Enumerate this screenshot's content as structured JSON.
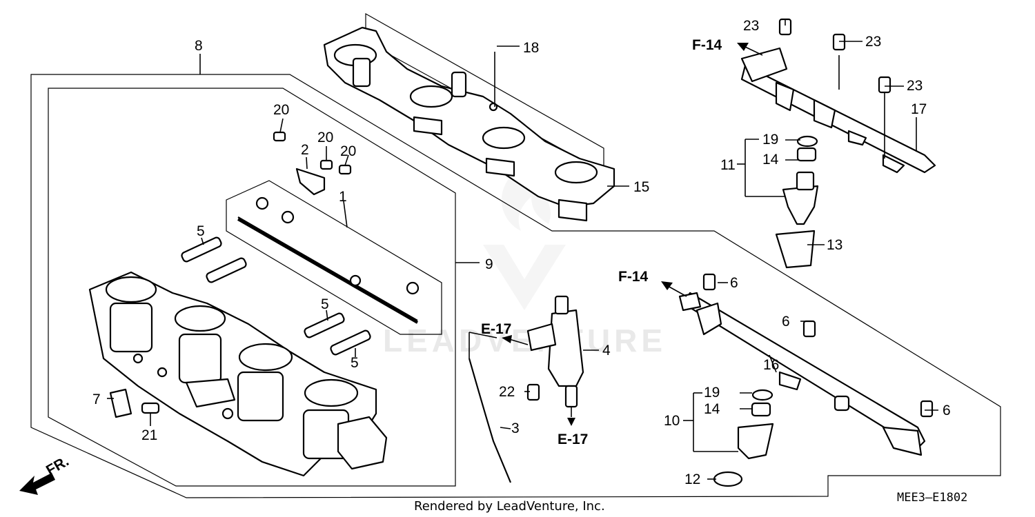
{
  "parts": {
    "p1": "1",
    "p2": "2",
    "p3": "3",
    "p4": "4",
    "p5a": "5",
    "p5b": "5",
    "p5c": "5",
    "p6a": "6",
    "p6b": "6",
    "p6c": "6",
    "p7": "7",
    "p8": "8",
    "p9": "9",
    "p10": "10",
    "p11": "11",
    "p12": "12",
    "p13": "13",
    "p14a": "14",
    "p14b": "14",
    "p15": "15",
    "p16": "16",
    "p17": "17",
    "p18": "18",
    "p19a": "19",
    "p19b": "19",
    "p20a": "20",
    "p20b": "20",
    "p20c": "20",
    "p21": "21",
    "p22": "22",
    "p23a": "23",
    "p23b": "23",
    "p23c": "23"
  },
  "refs": {
    "f14_top": "F-14",
    "f14_mid": "F-14",
    "e17_left": "E-17",
    "e17_bottom": "E-17",
    "front": "FR."
  },
  "footer": {
    "rendered_by": "Rendered by LeadVenture, Inc.",
    "diagram_code": "MEE3—E1802"
  },
  "watermark": "LEADVENTURE"
}
